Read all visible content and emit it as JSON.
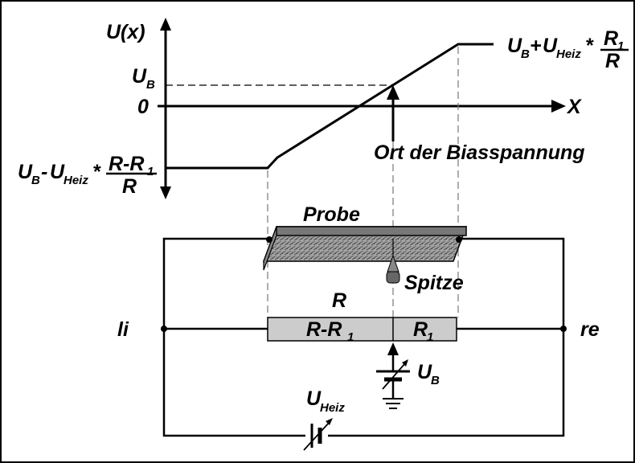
{
  "labels": {
    "u_of_x": "U(x)",
    "x_axis": "X",
    "zero": "0",
    "u_base": "U",
    "sub_b": "B",
    "sub_heiz": "Heiz",
    "plus": "+",
    "minus": "-",
    "star": "*",
    "r": "R",
    "r1_base": "R",
    "sub_1": "1",
    "r_minus_r1": "R-R",
    "bias_location": "Ort der Biasspannung",
    "probe": "Probe",
    "tip": "Spitze",
    "resistor_total": "R",
    "resistor_left": "R-R",
    "resistor_right": "R",
    "node_left": "li",
    "node_right": "re",
    "heater_source": "U",
    "bias_source": "U"
  },
  "colors": {
    "line": "#000000",
    "resistor_fill": "#cccccc",
    "probe_top": "#777777",
    "probe_fill": "#999999",
    "guide_dash": "#777777"
  }
}
